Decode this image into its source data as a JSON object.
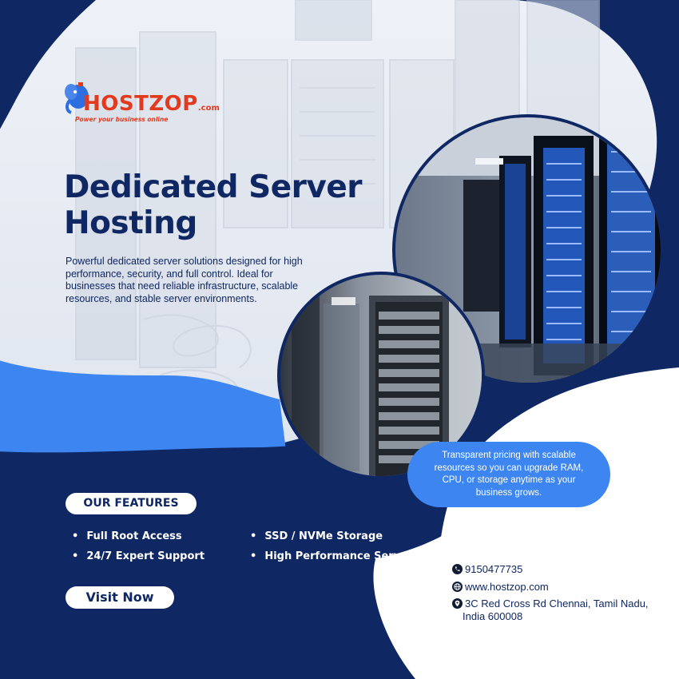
{
  "brand": {
    "logo_text": "HOSTZOP",
    "logo_suffix": ".com",
    "tagline": "Power your business online",
    "red": "#e23a1f",
    "navy": "#0f2763",
    "accent_blue": "#3d86f2"
  },
  "hero": {
    "title_line1": "Dedicated Server",
    "title_line2": "Hosting",
    "description": "Powerful dedicated server solutions designed for high performance, security, and full control. Ideal for businesses that need reliable infrastructure, scalable resources, and stable server environments."
  },
  "features": {
    "heading": "OUR FEATURES",
    "items": [
      "Full Root Access",
      "24/7 Expert Support",
      "SSD / NVMe Storage",
      "High Performance Servers"
    ]
  },
  "cta": {
    "label": "Visit Now"
  },
  "pricing_note": "Transparent pricing with scalable resources so you can upgrade RAM, CPU, or storage anytime as your business grows.",
  "contact": {
    "phone": "9150477735",
    "website": "www.hostzop.com",
    "address_line1": "3C Red Cross Rd Chennai, Tamil Nadu,",
    "address_line2": "India 600008",
    "icons": [
      "phone-icon",
      "globe-icon",
      "location-pin-icon"
    ]
  },
  "images": [
    "server-room-photo",
    "server-rack-photo",
    "datacenter-background-photo"
  ]
}
